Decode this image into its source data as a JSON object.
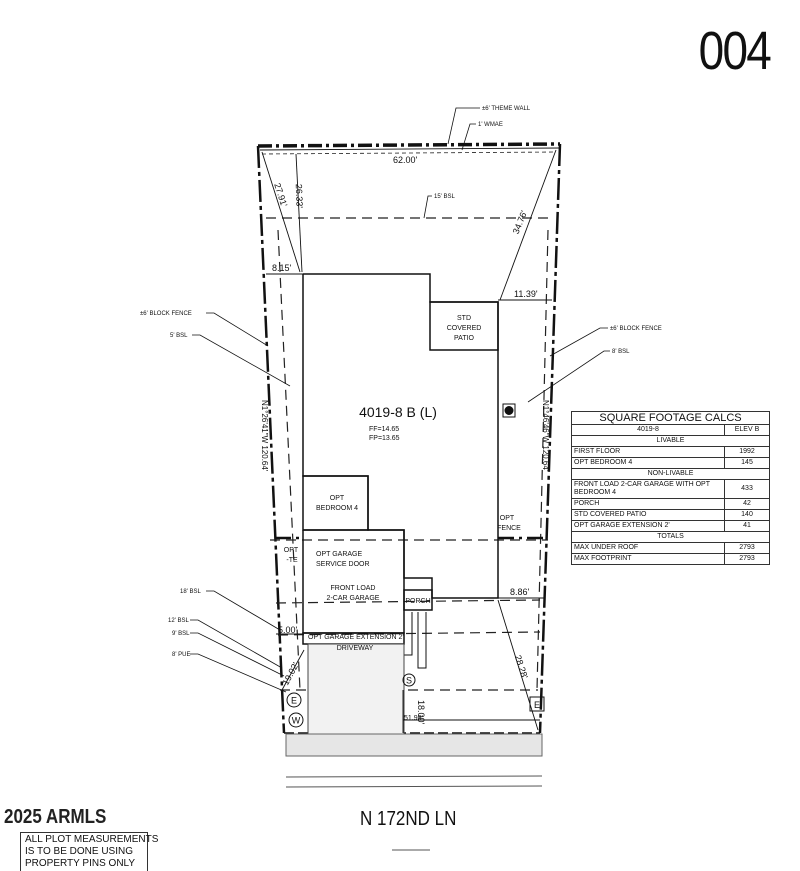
{
  "sheet_number": "004",
  "street_name": "N 172ND LN",
  "stamp_text": "2025 ARMLS",
  "note_lines": [
    "ALL PLOT MEASUREMENTS",
    "IS TO BE DONE USING",
    "PROPERTY PINS ONLY"
  ],
  "plan": {
    "name": "4019-8 B (L)",
    "ff": "FF=14.65",
    "fp": "FP=13.65"
  },
  "rooms": {
    "patio": [
      "STD",
      "COVERED",
      "PATIO"
    ],
    "bedroom": [
      "OPT",
      "BEDROOM 4"
    ],
    "service_door": [
      "OPT GARAGE",
      "SERVICE DOOR"
    ],
    "garage": [
      "FRONT LOAD",
      "2-CAR GARAGE"
    ],
    "porch": "PORCH",
    "extension": "OPT GARAGE EXTENSION 2'",
    "driveway": "DRIVEWAY",
    "gate_right": [
      "OPT",
      "FENCE"
    ],
    "gate_left": [
      "OPT",
      "-TE"
    ]
  },
  "dimensions": {
    "rear_width": "62.00'",
    "rear_left_a": "27.91'",
    "rear_left_b": "26.33'",
    "rear_right": "34.76'",
    "side_left": "8.15'",
    "side_right": "11.39'",
    "lot_left": "N1°26'41\"W 120.64'",
    "lot_right": "N1°46'46\"W 120.64'",
    "front_left": "5.00'",
    "front_left_b": "19.02'",
    "front_right": "8.86'",
    "front_right_b": "28.28'",
    "drive_depth": "18.00'",
    "front_width": "51.98'"
  },
  "callouts": {
    "theme_wall": "±6' THEME WALL",
    "wmae": "1' WMAE",
    "rear_bsl": "15' BSL",
    "block_fence_left": "±6' BLOCK FENCE",
    "bsl_left": "5' BSL",
    "block_fence_right": "±6' BLOCK FENCE",
    "bsl_right": "8' BSL",
    "bsl_18": "18' BSL",
    "bsl_12": "12' BSL",
    "bsl_9": "9' BSL",
    "pue": "8' PUE"
  },
  "markers": {
    "electric": "E",
    "water": "W",
    "sewer": "S",
    "electric_right": "E"
  },
  "sq_table": {
    "title": "SQUARE FOOTAGE CALCS",
    "plan": "4019-8",
    "elev": "ELEV B",
    "livable_label": "LIVABLE",
    "livable": [
      {
        "name": "FIRST FLOOR",
        "value": "1992"
      },
      {
        "name": "OPT BEDROOM 4",
        "value": "145"
      }
    ],
    "nonlivable_label": "NON-LIVABLE",
    "nonlivable": [
      {
        "name": "FRONT LOAD 2-CAR GARAGE WITH OPT BEDROOM 4",
        "value": "433"
      },
      {
        "name": "PORCH",
        "value": "42"
      },
      {
        "name": "STD COVERED PATIO",
        "value": "140"
      },
      {
        "name": "OPT GARAGE EXTENSION 2'",
        "value": "41"
      }
    ],
    "totals_label": "TOTALS",
    "totals": [
      {
        "name": "MAX UNDER ROOF",
        "value": "2793"
      },
      {
        "name": "MAX FOOTPRINT",
        "value": "2793"
      }
    ]
  },
  "colors": {
    "ink": "#111111",
    "paper": "#ffffff",
    "road": "#9a9a9a"
  }
}
